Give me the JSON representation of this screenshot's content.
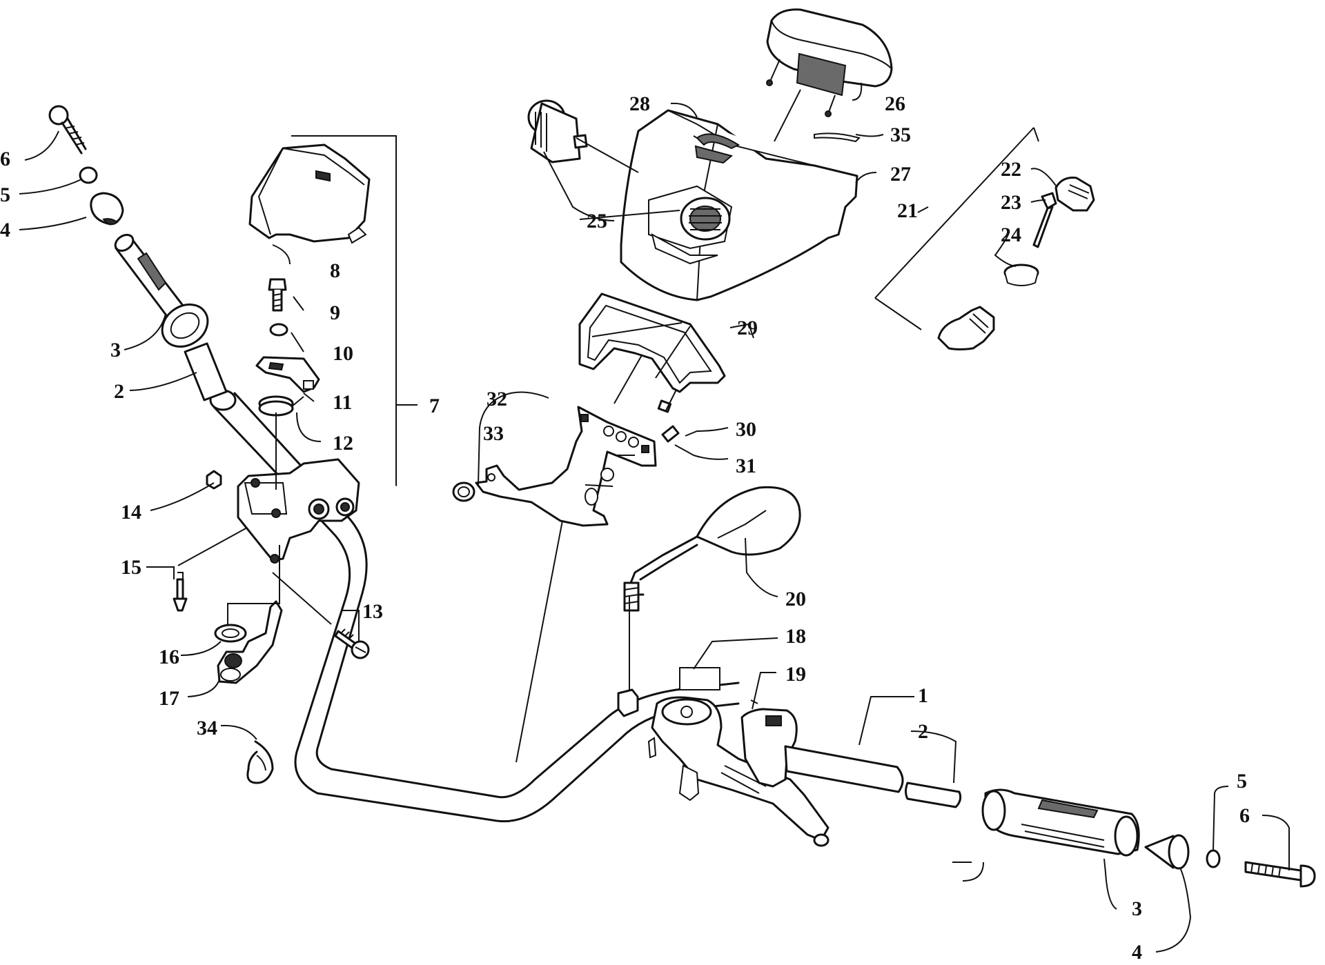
{
  "callouts": [
    {
      "label": "1"
    },
    {
      "label": "2"
    },
    {
      "label": "2"
    },
    {
      "label": "3"
    },
    {
      "label": "3"
    },
    {
      "label": "4"
    },
    {
      "label": "4"
    },
    {
      "label": "5"
    },
    {
      "label": "5"
    },
    {
      "label": "6"
    },
    {
      "label": "6"
    },
    {
      "label": "7"
    },
    {
      "label": "8"
    },
    {
      "label": "9"
    },
    {
      "label": "10"
    },
    {
      "label": "11"
    },
    {
      "label": "12"
    },
    {
      "label": "13"
    },
    {
      "label": "14"
    },
    {
      "label": "15"
    },
    {
      "label": "16"
    },
    {
      "label": "17"
    },
    {
      "label": "18"
    },
    {
      "label": "19"
    },
    {
      "label": "20"
    },
    {
      "label": "21"
    },
    {
      "label": "22"
    },
    {
      "label": "23"
    },
    {
      "label": "24"
    },
    {
      "label": "25"
    },
    {
      "label": "26"
    },
    {
      "label": "27"
    },
    {
      "label": "28"
    },
    {
      "label": "29"
    },
    {
      "label": "30"
    },
    {
      "label": "31"
    },
    {
      "label": "32"
    },
    {
      "label": "33"
    },
    {
      "label": "34"
    },
    {
      "label": "35"
    }
  ]
}
